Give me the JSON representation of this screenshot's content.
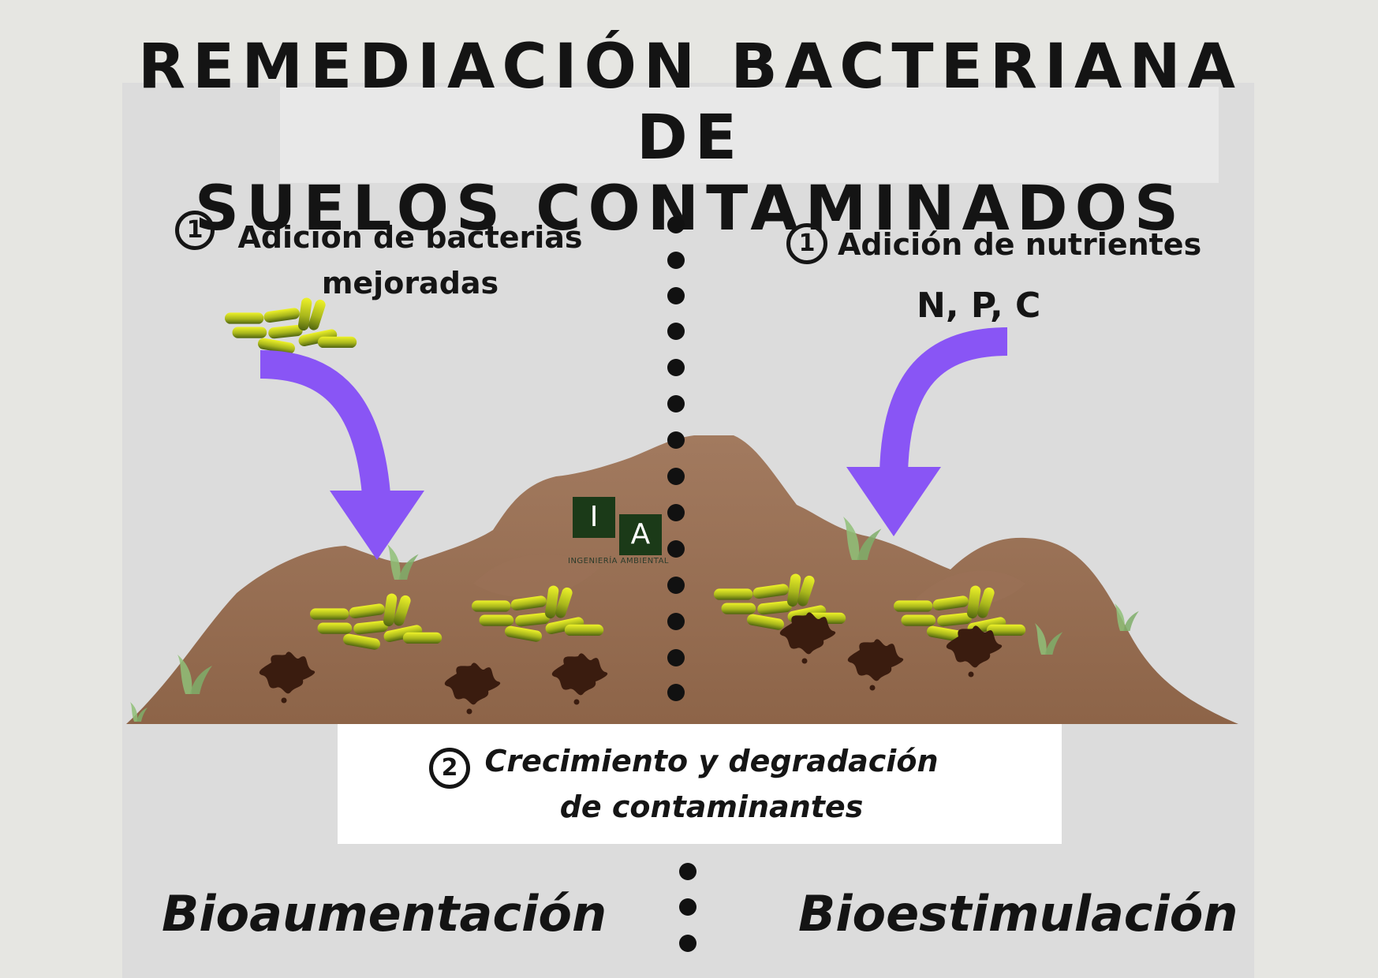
{
  "title": {
    "line1": "REMEDIACIÓN BACTERIANA DE",
    "line2": "SUELOS CONTAMINADOS"
  },
  "steps": {
    "step1_number": "1",
    "step2_number": "2"
  },
  "left": {
    "step1_line1": "Adición de bacterias",
    "step1_line2": "mejoradas",
    "method": "Bioaumentación"
  },
  "right": {
    "step1_label": "Adición de nutrientes",
    "nutrients": "N, P, C",
    "method": "Bioestimulación"
  },
  "center": {
    "step2_line1": "Crecimiento y degradación",
    "step2_line2": "de contaminantes"
  },
  "logo": {
    "letter1": "I",
    "letter2": "A",
    "caption": "INGENIERÍA AMBIENTAL"
  },
  "colors": {
    "arrow": "#8955f5",
    "soil": "#9a7156",
    "bacteria": "#c9d322",
    "contaminant": "#3a1c0f",
    "logo": "#1b3a18"
  },
  "icons": [
    "bacteria-cluster-icon",
    "contaminant-blob-icon",
    "grass-icon",
    "curved-arrow-icon"
  ]
}
